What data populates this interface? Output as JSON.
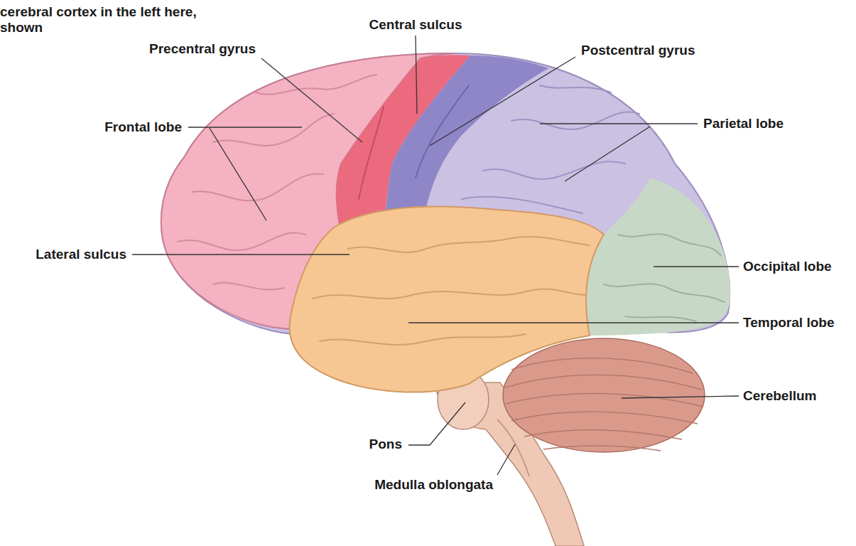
{
  "diagram": {
    "labels": [
      "cerebral cortex in the left here, shown",
      "Central sulcus",
      "Precentral gyrus",
      "Postcentral gyrus",
      "Frontal lobe",
      "Parietal lobe",
      "Lateral sulcus",
      "Occipital lobe",
      "Temporal lobe",
      "Cerebellum",
      "Pons",
      "Medulla oblongata"
    ]
  }
}
